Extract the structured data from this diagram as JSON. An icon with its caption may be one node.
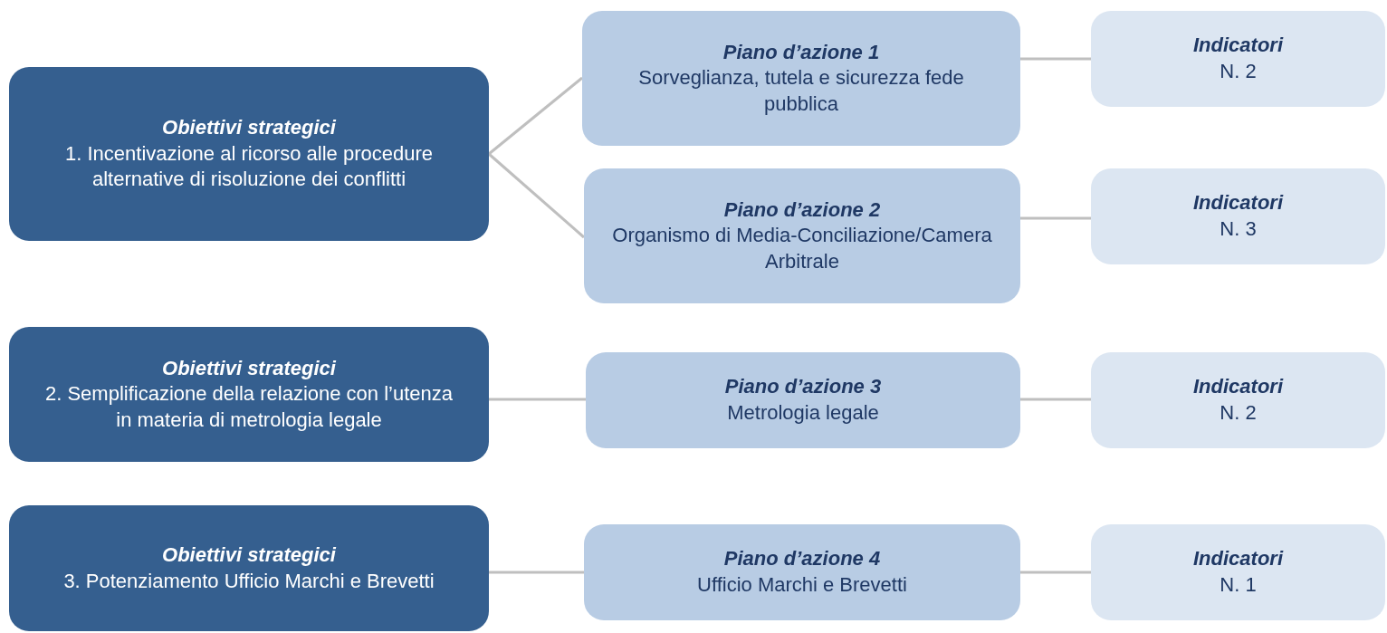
{
  "diagram": {
    "nodes": [
      {
        "text": [
          "Obiettivi strategici",
          "1. Incentivazione al ricorso alle procedure alternative di risoluzione dei conflitti"
        ]
      },
      {
        "text": [
          "Piano d’azione 1",
          "Sorveglianza, tutela e sicurezza fede pubblica"
        ]
      },
      {
        "text": [
          "Indicatori",
          "N. 2"
        ]
      },
      {
        "text": [
          "Piano d’azione 2",
          "Organismo di Media-Conciliazione/Camera Arbitrale"
        ]
      },
      {
        "text": [
          "Indicatori",
          "N. 3"
        ]
      },
      {
        "text": [
          "Obiettivi strategici",
          "2. Semplificazione della relazione con l’utenza in materia di metrologia legale"
        ]
      },
      {
        "text": [
          "Piano d’azione 3",
          "Metrologia legale"
        ]
      },
      {
        "text": [
          "Indicatori",
          "N. 2"
        ]
      },
      {
        "text": [
          "Obiettivi strategici",
          "3. Potenziamento Ufficio Marchi e Brevetti"
        ]
      },
      {
        "text": [
          "Piano d’azione 4",
          "Ufficio Marchi e Brevetti"
        ]
      },
      {
        "text": [
          "Indicatori",
          "N. 1"
        ]
      }
    ],
    "edges": [
      {
        "from": 0,
        "to": 1,
        "arrow": "none"
      },
      {
        "from": 0,
        "to": 3,
        "arrow": "none"
      },
      {
        "from": 1,
        "to": 2,
        "arrow": "none"
      },
      {
        "from": 3,
        "to": 4,
        "arrow": "none"
      },
      {
        "from": 5,
        "to": 6,
        "arrow": "none"
      },
      {
        "from": 6,
        "to": 7,
        "arrow": "none"
      },
      {
        "from": 8,
        "to": 9,
        "arrow": "none"
      },
      {
        "from": 9,
        "to": 10,
        "arrow": "none"
      }
    ]
  }
}
